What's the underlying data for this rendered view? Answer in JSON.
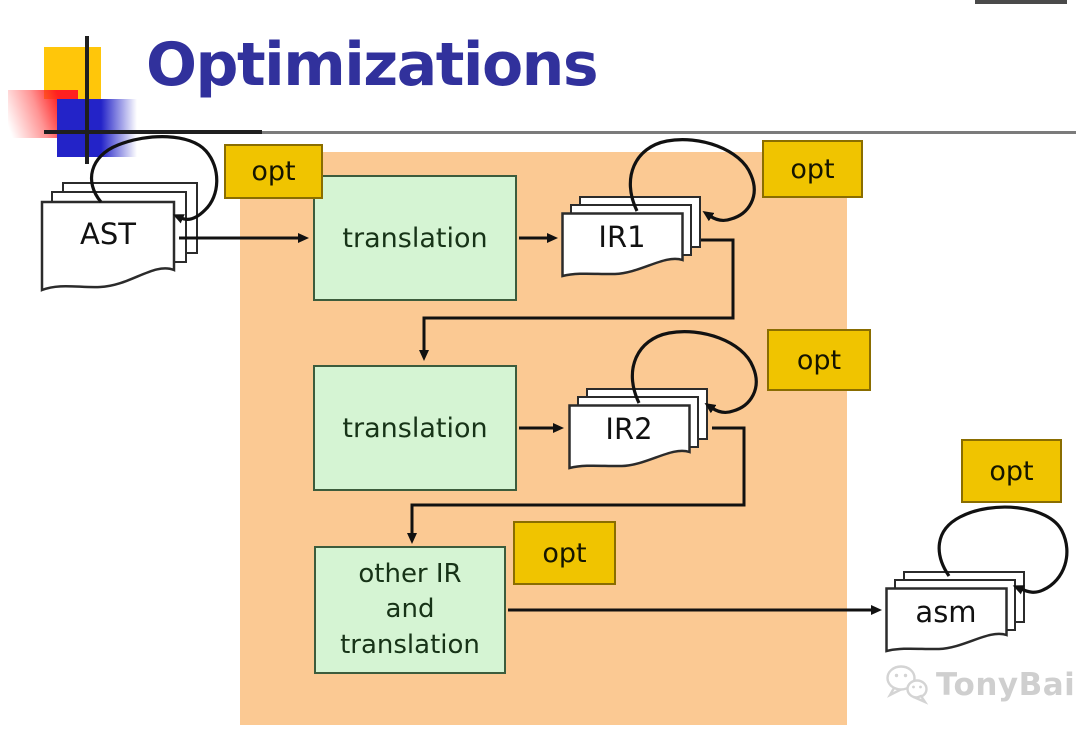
{
  "title": "Optimizations",
  "diagram": {
    "nodes": {
      "ast": {
        "label": "AST"
      },
      "translation1": {
        "label": "translation"
      },
      "ir1": {
        "label": "IR1"
      },
      "translation2": {
        "label": "translation"
      },
      "ir2": {
        "label": "IR2"
      },
      "other": {
        "label": "other IR\nand\ntranslation"
      },
      "asm": {
        "label": "asm"
      }
    },
    "opts": [
      {
        "label": "opt"
      },
      {
        "label": "opt"
      },
      {
        "label": "opt"
      },
      {
        "label": "opt"
      },
      {
        "label": "opt"
      }
    ]
  },
  "watermark": {
    "label": "TonyBai"
  },
  "colors": {
    "title": "#31319c",
    "panel_orange": "#fbc993",
    "box_green_fill": "#d5f4d3",
    "box_green_border": "#3c5c3c",
    "opt_fill": "#f0c400",
    "opt_border": "#8a6d00",
    "arrow": "#111111",
    "decor_yellow": "#ffc60a",
    "decor_red": "#ff2020",
    "decor_blue": "#2323c8",
    "watermark_gray": "#cfcfcf"
  }
}
